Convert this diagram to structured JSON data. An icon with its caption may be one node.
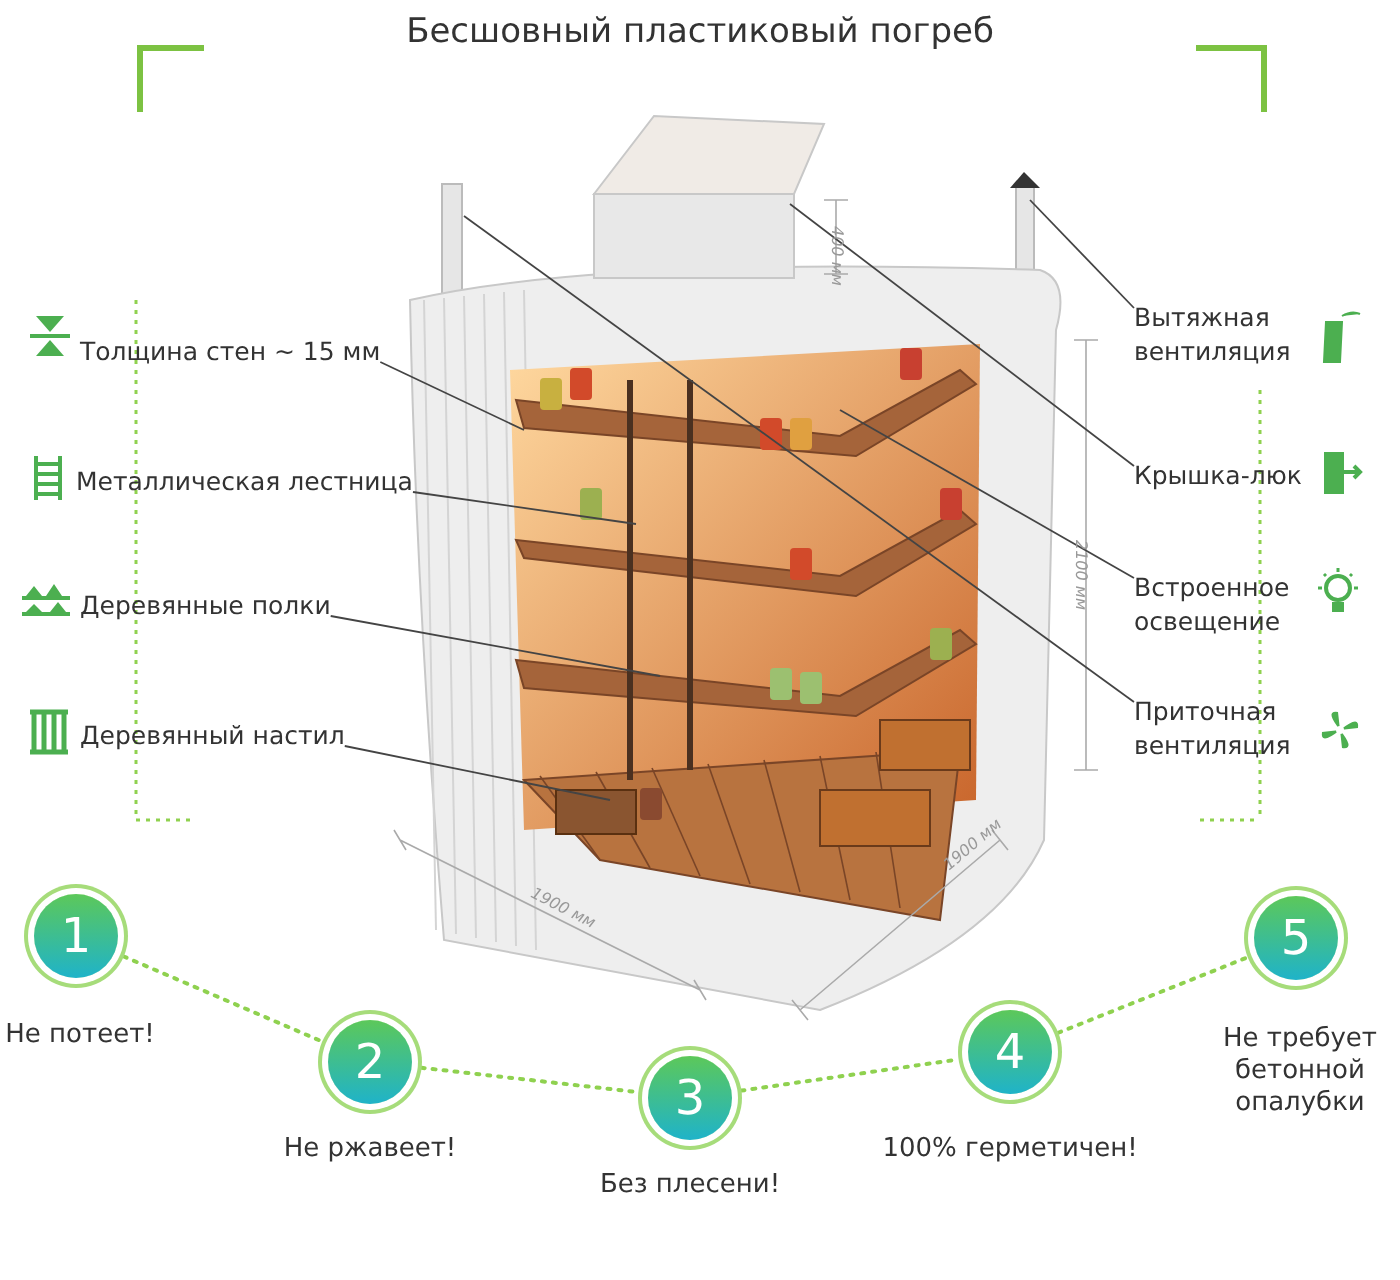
{
  "diagram": {
    "title": "Бесшовный пластиковый погреб",
    "nodes": [
      {
        "text": [
          "Толщина стен ~ 15 мм"
        ]
      },
      {
        "text": [
          "Металлическая лестница"
        ]
      },
      {
        "text": [
          "Деревянные полки"
        ]
      },
      {
        "text": [
          "Деревянный настил"
        ]
      },
      {
        "text": [
          "Вытяжная вентиляция"
        ]
      },
      {
        "text": [
          "Крышка-люк"
        ]
      },
      {
        "text": [
          "Встроенное освещение"
        ]
      },
      {
        "text": [
          "Приточная вентиляция"
        ]
      },
      {
        "text": [
          "1"
        ],
        "beside": [
          "Не потеет!"
        ]
      },
      {
        "text": [
          "2"
        ],
        "beside": [
          "Не ржавеет!"
        ]
      },
      {
        "text": [
          "3"
        ],
        "beside": [
          "Без плесени!"
        ]
      },
      {
        "text": [
          "4"
        ],
        "beside": [
          "100% герметичен!"
        ]
      },
      {
        "text": [
          "5"
        ],
        "beside": [
          "Не требует бетонной опалубки"
        ]
      }
    ],
    "edges": [
      {
        "from": 0,
        "to": null,
        "arrow": "none"
      },
      {
        "from": 1,
        "to": null,
        "arrow": "none"
      },
      {
        "from": 2,
        "to": null,
        "arrow": "none"
      },
      {
        "from": 3,
        "to": null,
        "arrow": "none"
      },
      {
        "from": 4,
        "to": null,
        "arrow": "none"
      },
      {
        "from": 5,
        "to": null,
        "arrow": "none"
      },
      {
        "from": 6,
        "to": null,
        "arrow": "none"
      },
      {
        "from": 7,
        "to": null,
        "arrow": "none"
      },
      {
        "from": 8,
        "to": 9,
        "arrow": "none",
        "style": "dashed",
        "color": "#8fd14f"
      },
      {
        "from": 9,
        "to": 10,
        "arrow": "none",
        "style": "dashed",
        "color": "#8fd14f"
      },
      {
        "from": 10,
        "to": 11,
        "arrow": "none",
        "style": "dashed",
        "color": "#8fd14f"
      },
      {
        "from": 11,
        "to": 12,
        "arrow": "none",
        "style": "dashed",
        "color": "#8fd14f"
      }
    ],
    "labels": [
      "400 мм",
      "2100 мм",
      "1900 мм",
      "1900 мм"
    ]
  }
}
